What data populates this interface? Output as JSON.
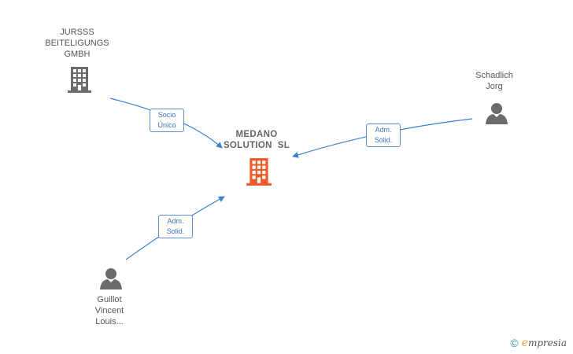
{
  "nodes": {
    "center": {
      "line1": "MEDANO",
      "line2": "SOLUTION  SL",
      "icon": "building-icon",
      "color": "#f05a28"
    },
    "jursss": {
      "line1": "JURSSS",
      "line2": "BEITELIGUNGS",
      "line3": "GMBH",
      "icon": "building-icon",
      "color": "#666666"
    },
    "schadlich": {
      "line1": "Schadlich",
      "line2": "Jorg",
      "icon": "person-icon",
      "color": "#666666"
    },
    "guillot": {
      "line1": "Guillot",
      "line2": "Vincent",
      "line3": "Louis...",
      "icon": "person-icon",
      "color": "#666666"
    }
  },
  "edges": {
    "socio": {
      "line1": "Socio",
      "line2": "Único"
    },
    "adm1": {
      "line1": "Adm.",
      "line2": "Solid."
    },
    "adm2": {
      "line1": "Adm.",
      "line2": "Solid."
    }
  },
  "footer": {
    "copyright": "©",
    "brand_e": "e",
    "brand_rest": "mpresia"
  },
  "colors": {
    "edge": "#3f7fcc",
    "edge_label_border": "#5b8fd0"
  }
}
